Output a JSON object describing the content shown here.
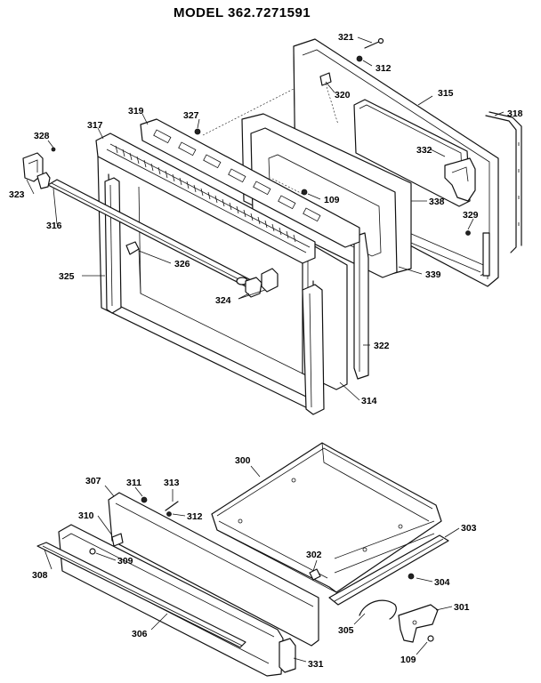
{
  "title": "MODEL 362.7271591",
  "callouts": {
    "p321": "321",
    "p312a": "312",
    "p315": "315",
    "p320": "320",
    "p318": "318",
    "p319": "319",
    "p327": "327",
    "p317": "317",
    "p328": "328",
    "p323": "323",
    "p332": "332",
    "p109a": "109",
    "p338": "338",
    "p329": "329",
    "p316": "316",
    "p326": "326",
    "p325": "325",
    "p339": "339",
    "p324": "324",
    "p322": "322",
    "p314": "314",
    "p300": "300",
    "p307": "307",
    "p311": "311",
    "p313": "313",
    "p312b": "312",
    "p310": "310",
    "p303": "303",
    "p308": "308",
    "p309": "309",
    "p302": "302",
    "p304": "304",
    "p301": "301",
    "p306": "306",
    "p305": "305",
    "p109b": "109",
    "p331": "331"
  }
}
